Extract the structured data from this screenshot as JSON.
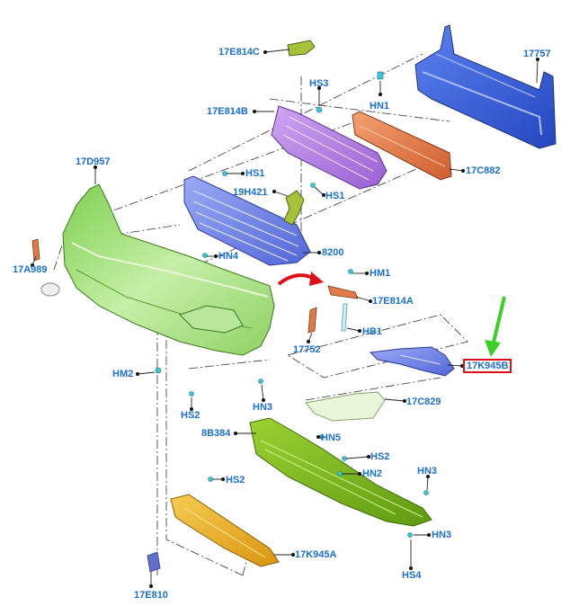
{
  "labels": {
    "p17E814C": "17E814C",
    "p17757": "17757",
    "pHS3": "HS3",
    "pHN1": "HN1",
    "p17E814B": "17E814B",
    "p17C882": "17C882",
    "p17D957": "17D957",
    "pHS1a": "HS1",
    "p19H421": "19H421",
    "pHS1b": "HS1",
    "p8200": "8200",
    "pHN4": "HN4",
    "p17A989": "17A989",
    "pHM1": "HM1",
    "p17E814A": "17E814A",
    "pHB1": "HB1",
    "p17752": "17752",
    "pHM2": "HM2",
    "p17K945B": "17K945B",
    "pHS2a": "HS2",
    "pHN3a": "HN3",
    "p17C829": "17C829",
    "p8B384": "8B384",
    "pHN5": "HN5",
    "pHS2b": "HS2",
    "pHN2": "HN2",
    "pHS2c": "HS2",
    "pHN3b": "HN3",
    "pHN3c": "HN3",
    "p17K945A": "17K945A",
    "pHS4": "HS4",
    "p17E810": "17E810"
  },
  "highlighted_part": "17K945B",
  "colors": {
    "label_text": "#1a6fd0",
    "highlight_box": "#e0101a",
    "bumper_cover": "#9fd97a",
    "reinforcement_beam": "#3a63d8",
    "absorber": "#e07a4a",
    "upper_grille": "#b27ee0",
    "lower_grille": "#6f86e6",
    "lower_deflector": "#7fbf1f",
    "skid_plate": "#e8b020",
    "pointer_arrow_red": "#e0101a",
    "pointer_arrow_green": "#3ccf2a"
  }
}
